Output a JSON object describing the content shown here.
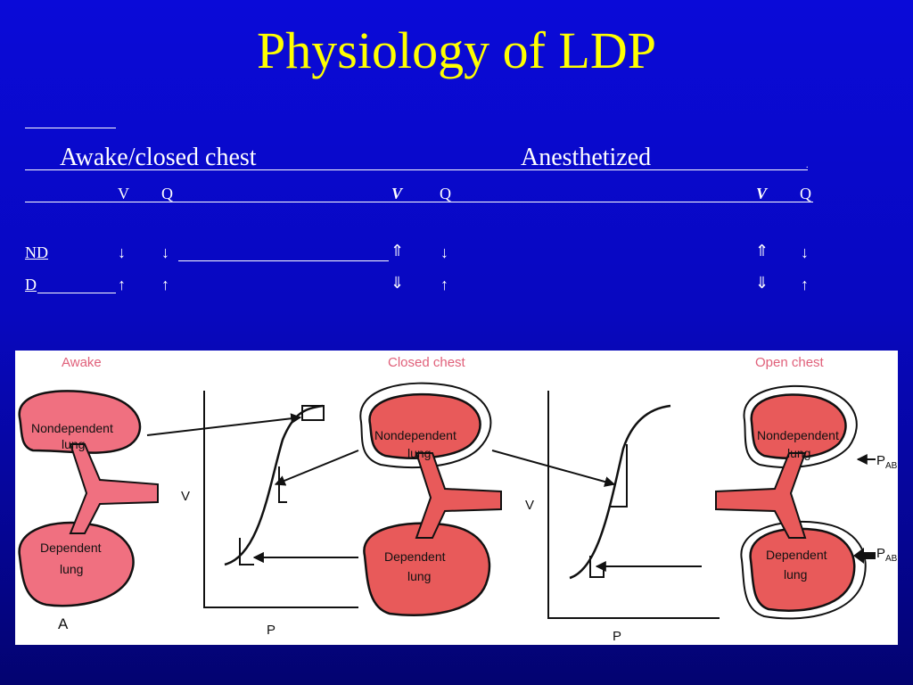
{
  "slide": {
    "title": "Physiology of LDP"
  },
  "table": {
    "group_headers": [
      "Awake/closed chest",
      "Anesthetized"
    ],
    "column_headers": [
      "V",
      "Q",
      "V",
      "Q",
      "V",
      "Q"
    ],
    "rows": [
      {
        "label": "ND",
        "cells": [
          "↓",
          "↓",
          "⇑",
          "↓",
          "⇑",
          "↓"
        ]
      },
      {
        "label": "D",
        "cells": [
          "↑",
          "↑",
          "⇓",
          "↑",
          "⇓",
          "↑"
        ]
      }
    ],
    "trailing_mark": "."
  },
  "figure": {
    "panel_titles": [
      "Awake",
      "Closed chest",
      "Open chest"
    ],
    "panel_letter": "A",
    "lung_labels": {
      "nondependent": [
        "Nondependent",
        "lung"
      ],
      "dependent": [
        "Dependent",
        "lung"
      ]
    },
    "axis_labels": {
      "y": "V",
      "x": "P"
    },
    "pressure_label": {
      "main": "P",
      "sub": "AB"
    },
    "colors": {
      "awake_lung": "#f07080",
      "anesthetized_lung": "#e85a5a",
      "outline": "#111111"
    }
  }
}
